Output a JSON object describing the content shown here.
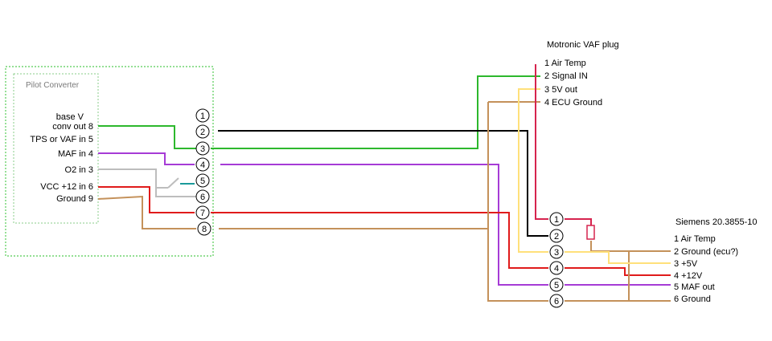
{
  "colors": {
    "green": "#2db82d",
    "black": "#000000",
    "purple": "#a63bd6",
    "grey": "#bdbdbd",
    "teal": "#1a9a9a",
    "red": "#e01b1b",
    "brown": "#c4915a",
    "crimson": "#d6244e",
    "yellow": "#ffe07a",
    "box_border": "#55cc55",
    "inner_border": "#88cc88"
  },
  "pilot": {
    "title": "Pilot Converter",
    "labels": [
      "base V",
      "conv out 8",
      "TPS or VAF in 5",
      "MAF in 4",
      "O2 in 3",
      "VCC +12 in 6",
      "Ground 9"
    ]
  },
  "left_connector": {
    "pins": [
      "1",
      "2",
      "3",
      "4",
      "5",
      "6",
      "7",
      "8"
    ]
  },
  "middle_connector": {
    "pins": [
      "1",
      "2",
      "3",
      "4",
      "5",
      "6"
    ]
  },
  "motronic": {
    "title": "Motronic VAF plug",
    "pins": [
      "1 Air Temp",
      "2 Signal IN",
      "3 5V out",
      "4 ECU Ground"
    ]
  },
  "siemens": {
    "title": "Siemens 20.3855-10",
    "pins": [
      "1 Air Temp",
      "2 Ground (ecu?)",
      "3 +5V",
      "4 +12V",
      "5 MAF out",
      "6 Ground"
    ]
  }
}
